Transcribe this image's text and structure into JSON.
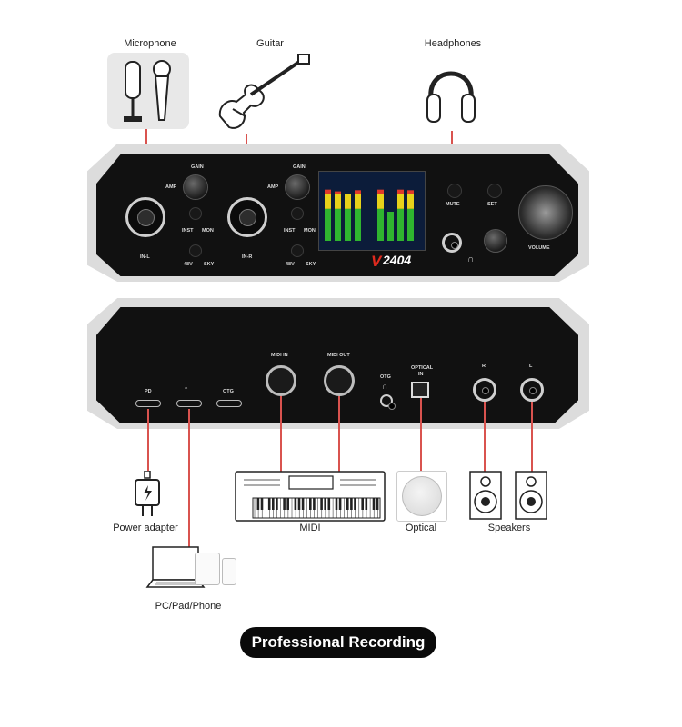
{
  "labels": {
    "microphone": "Microphone",
    "guitar": "Guitar",
    "headphones": "Headphones",
    "power_adapter": "Power adapter",
    "pc_pad_phone": "PC/Pad/Phone",
    "midi": "MIDI",
    "optical": "Optical",
    "speakers": "Speakers"
  },
  "front_panel": {
    "gain": "GAIN",
    "amp": "AMP",
    "inst": "INST",
    "mon": "MON",
    "phantom": "48V",
    "sky": "SKY",
    "in_l": "IN-L",
    "in_r": "IN-R",
    "mute": "MUTE",
    "set": "SET",
    "volume": "VOLUME",
    "model": "2404"
  },
  "back_panel": {
    "pd": "PD",
    "usb": "⭡",
    "otg": "OTG",
    "midi_in": "MIDI IN",
    "midi_out": "MIDI OUT",
    "otg_jack": "OTG",
    "optical_in_line1": "OPTICAL",
    "optical_in_line2": "IN",
    "out_r": "R",
    "out_l": "L"
  },
  "meters": {
    "left_levels": [
      0.88,
      0.85,
      0.8,
      0.87
    ],
    "right_levels": [
      0.88,
      0.5,
      0.88,
      0.87
    ],
    "colors": {
      "low": "#2fb52f",
      "mid": "#e8d21a",
      "high": "#e03a2a",
      "screen": "#0c1c3a"
    }
  },
  "banner": {
    "text": "Professional Recording"
  },
  "colors": {
    "wire": "#d9534f",
    "panel": "#111111",
    "chassis": "#d8d8d8"
  }
}
